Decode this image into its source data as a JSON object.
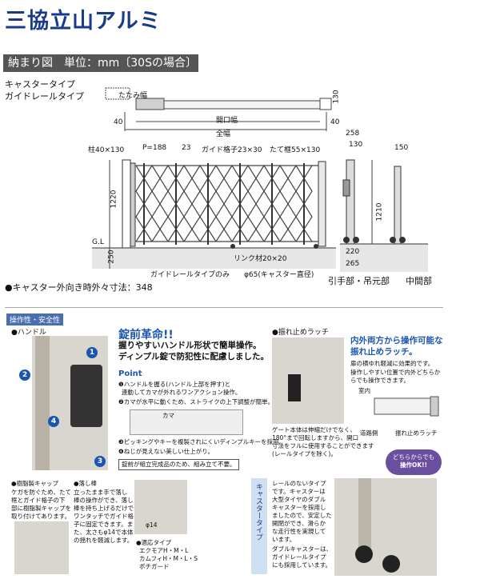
{
  "brand": {
    "logo_text": "三協立山アルミ"
  },
  "header": {
    "title": "納まり図　単位：mm〔30Sの場合〕"
  },
  "types": [
    "キャスタータイプ",
    "ガイドレールタイプ"
  ],
  "plan": {
    "fold_label": "たたみ幅",
    "dim_130": "130",
    "dim_40_left": "40",
    "dim_40_right": "40",
    "opening": "開口幅",
    "total": "全幅"
  },
  "elevation": {
    "post": "柱40×130",
    "pitch": "P=188",
    "dim_23": "23",
    "guide_lattice": "ガイド格子23×30",
    "vertical_frame": "たて框55×130",
    "height": "1220",
    "gl": "G.L",
    "below": "250",
    "link": "リンク材20×20",
    "guide_only": "ガイドレールタイプのみ",
    "caster": "φ65(キャスター直径)"
  },
  "side": {
    "d258": "258",
    "d130": "130",
    "d1210": "1210",
    "d220": "220",
    "d265": "265",
    "d150": "150",
    "label_pull": "引手部・吊元部",
    "label_mid": "中間部"
  },
  "caster_note": "●キャスター外向き時外々寸法：348",
  "features": {
    "tag": "操作性・安全性",
    "handle": {
      "label": "●ハンドル",
      "headline": "錠前革命!!",
      "sub1": "握りやすいハンドル形状で簡単操作。",
      "sub2": "ディンプル錠で防犯性に配慮しました。",
      "point": "Point",
      "p1a": "❶ハンドルを握る(ハンドル上部を押す)と",
      "p1b": "連動してカマが外れるワンアクション操作。",
      "p2": "❷カマが水平に動くため、ストライクの上下調整が簡単。",
      "kama": "カマ",
      "p3": "❸ピッキングやキーを複製されにくいディンプルキーを採用。",
      "p4": "❹ねじが見えない美しい仕上がり。",
      "notice": "錠前が組立完成品のため、組み立て不要。",
      "nums": [
        "1",
        "2",
        "3",
        "4"
      ]
    },
    "latch": {
      "label": "●振れ止めラッチ",
      "headline1": "内外両方から操作可能な",
      "headline2": "振れ止めラッチ。",
      "desc1": "扉の横ゆれ軽減に効果的です。",
      "desc2": "操作しやすい位置で内外どちらか",
      "desc3": "らでも操作できます。",
      "gate_note1": "ゲート本体は伸縮だけでなく、",
      "gate_note2": "180°まで回転しますから、開口",
      "gate_note3": "寸法をフルに使用することができます",
      "gate_note4": "(レールタイプを除く)。",
      "inner": "室内",
      "outer": "道路側",
      "latch_label": "振れ止めラッチ",
      "bubble1": "どちらからでも",
      "bubble2": "操作OK!!"
    },
    "cap": {
      "label": "●樹脂製キャップ",
      "t1": "ケガを防ぐため、たて",
      "t2": "框とガイド格子の下",
      "t3": "部に樹脂製キャップを",
      "t4": "取り付けてあります。"
    },
    "drop": {
      "label": "●落し棒",
      "t1": "立ったまま手で落し",
      "t2": "棒の操作ができ、落し",
      "t3": "棒を持ち上げるだけで",
      "t4": "ワンタッチでガイド格",
      "t5": "子に固定できます。ま",
      "t6": "た、太さもφ14で本体",
      "t7": "の揺れを軽減します。",
      "phi": "φ14",
      "appl": "●適応タイプ",
      "a1": "エクモアH・M・L",
      "a2": "カムフィH・M・L・S",
      "a3": "ポチガード"
    },
    "caster": {
      "side_label": "キャスタータイプ",
      "t1": "レールのないタイプ",
      "t2": "です。キャスターは",
      "t3": "大型タイヤのダブル",
      "t4": "キャスターを採用し",
      "t5": "ましたので、安定した",
      "t6": "開閉ができ、滑らか",
      "t7": "な走行性を実現して",
      "t8": "います。",
      "t9": "ダブルキャスターは、",
      "t10": "ガイドレールタイプ",
      "t11": "にも採用しています。"
    }
  }
}
